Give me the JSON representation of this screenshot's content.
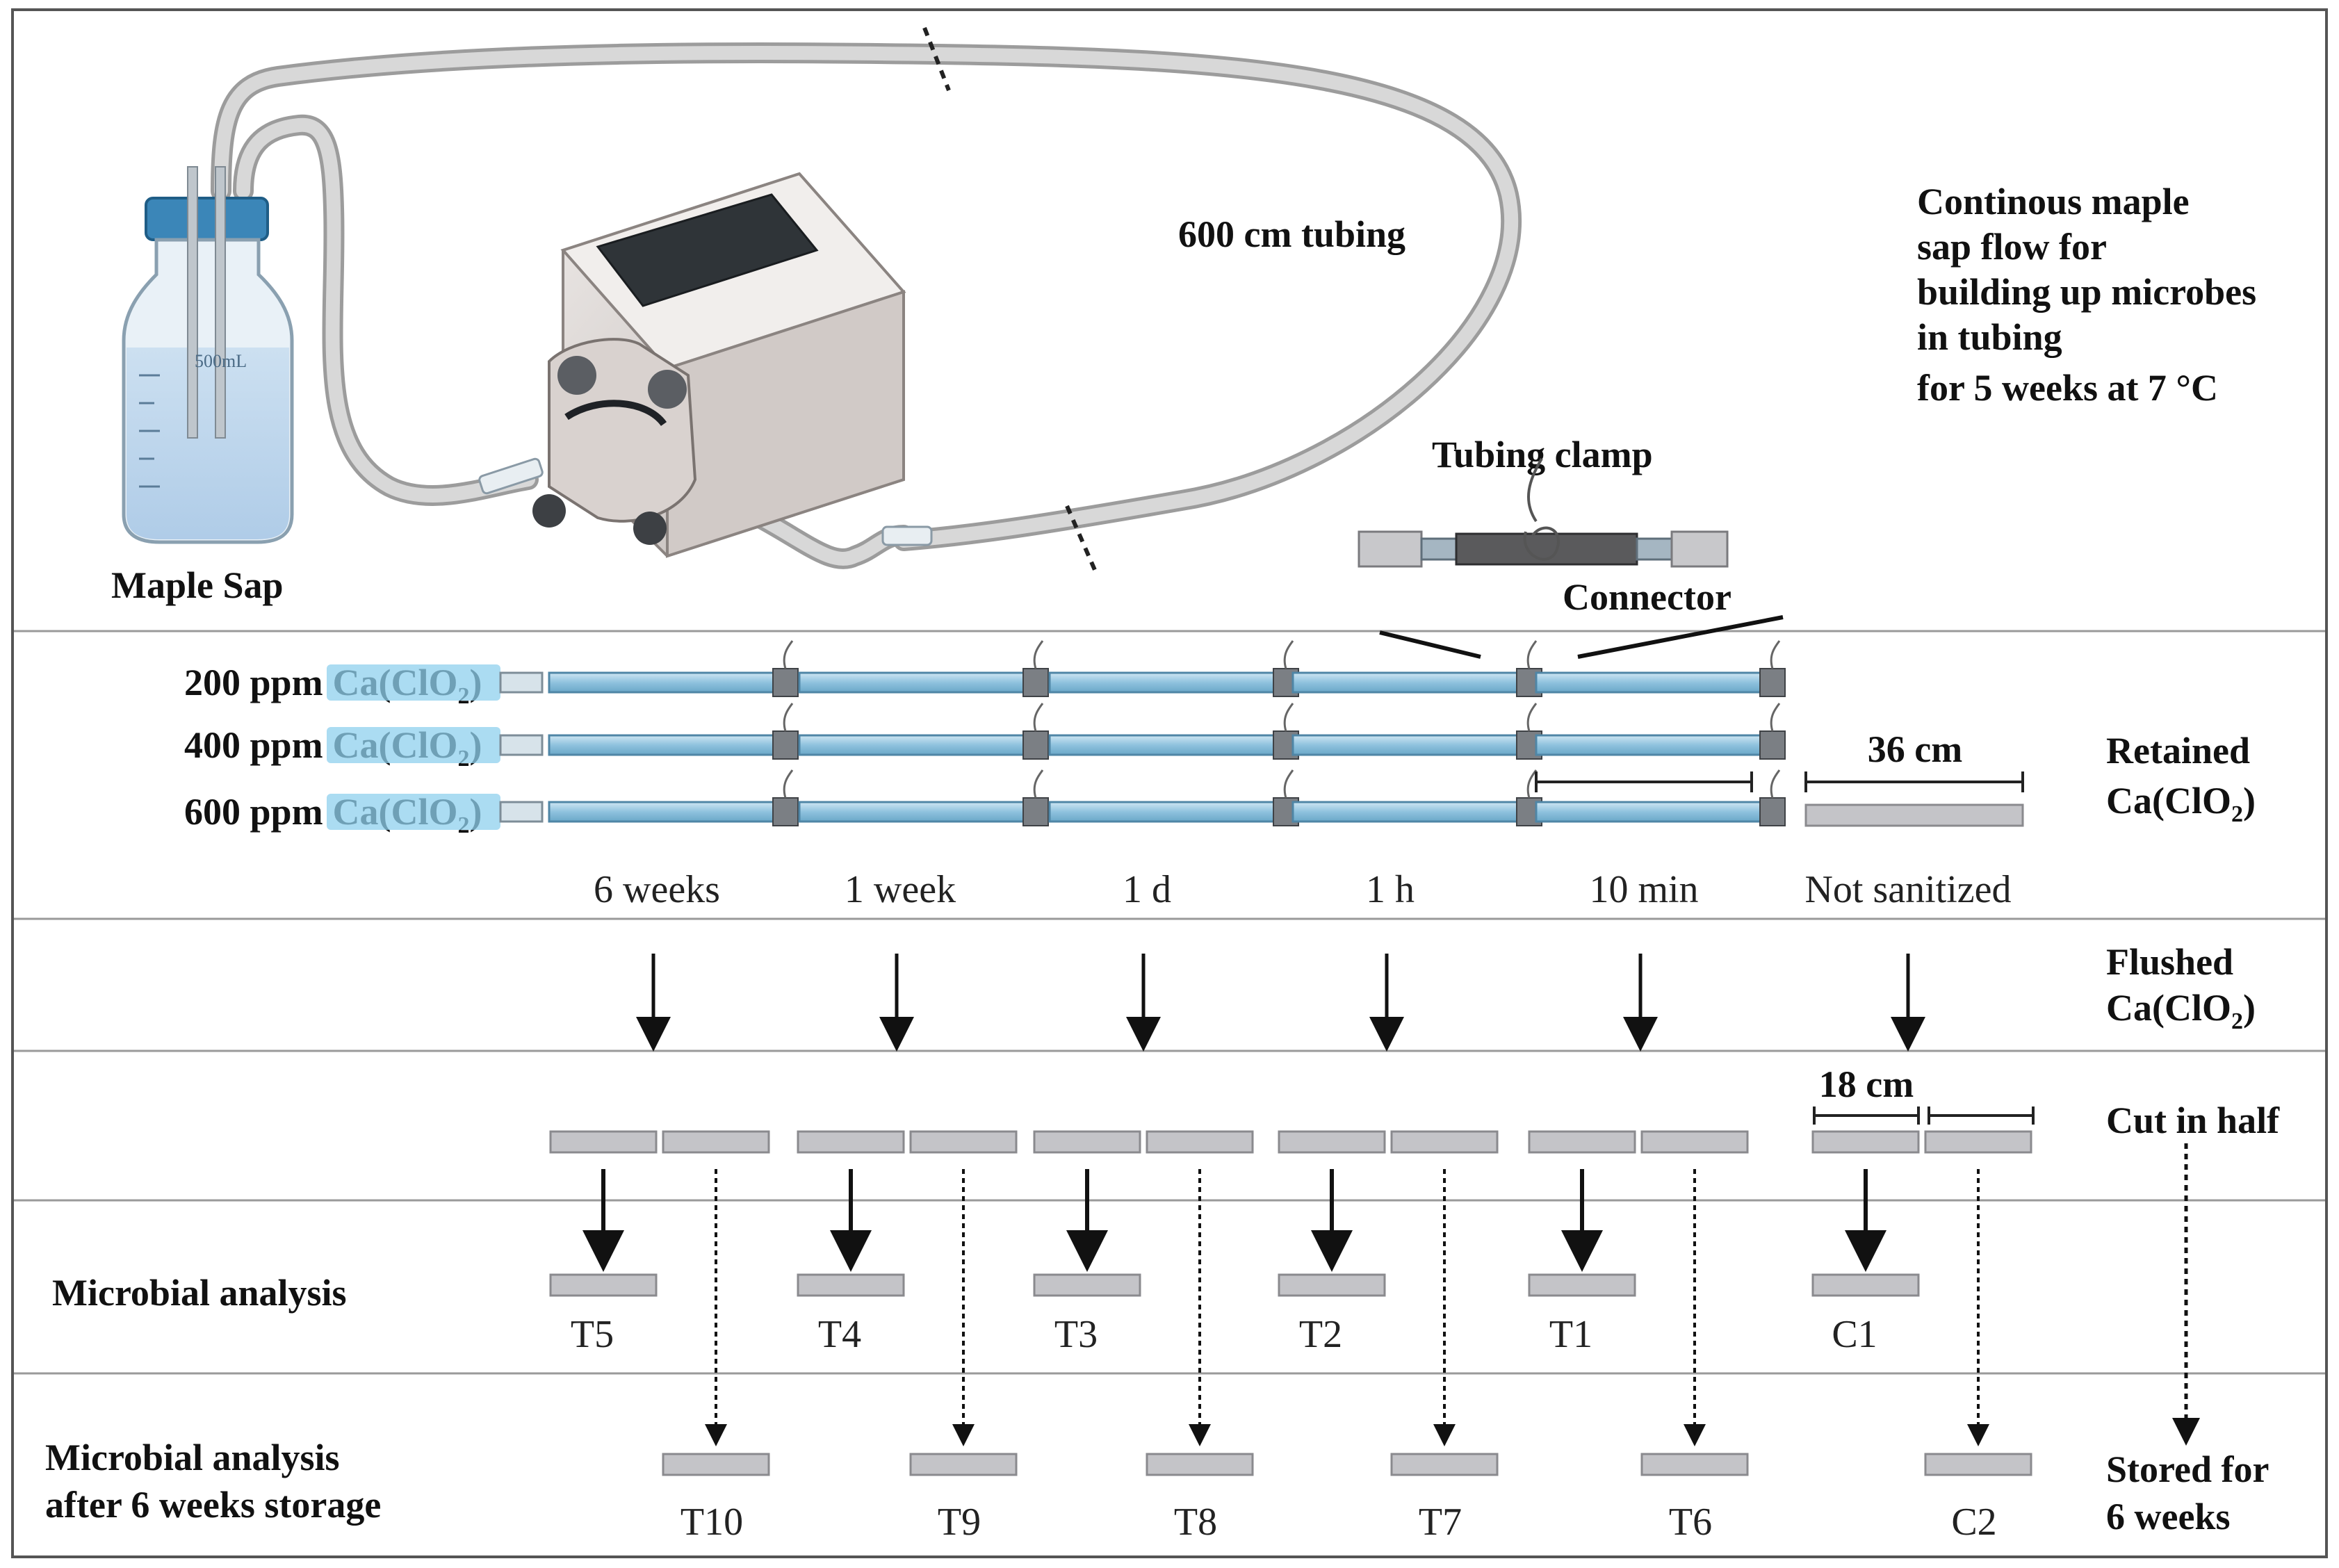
{
  "setup": {
    "bottle_label": "Maple Sap",
    "bottle_volume_text": "500mL",
    "tubing_label": "600 cm tubing",
    "description_lines": [
      "Continous maple",
      "sap flow for",
      "building up microbes",
      "in tubing",
      "for 5 weeks at 7 °C"
    ],
    "clamp_label": "Tubing clamp",
    "connector_label": "Connector"
  },
  "syringes": [
    {
      "ppm": "200 ppm",
      "chem": "Ca(ClO",
      "sub": "2",
      "close": ")"
    },
    {
      "ppm": "400 ppm",
      "chem": "Ca(ClO",
      "sub": "2",
      "close": ")"
    },
    {
      "ppm": "600 ppm",
      "chem": "Ca(ClO",
      "sub": "2",
      "close": ")"
    }
  ],
  "lengths": {
    "segment": "36 cm",
    "half": "18 cm"
  },
  "time_labels": [
    "6 weeks",
    "1 week",
    "1 d",
    "1 h",
    "10 min",
    "Not sanitized"
  ],
  "sections": {
    "retained": {
      "line1": "Retained",
      "line2": "Ca(ClO",
      "sub": "2",
      "close": ")"
    },
    "flushed": {
      "line1": "Flushed",
      "line2": "Ca(ClO",
      "sub": "2",
      "close": ")"
    },
    "cut": "Cut in half",
    "stored": [
      "Stored for",
      "6 weeks"
    ]
  },
  "rows": {
    "microbial": "Microbial analysis",
    "after_storage": [
      "Microbial analysis",
      "after 6 weeks storage"
    ]
  },
  "sample_ids": {
    "analysis": [
      "T5",
      "T4",
      "T3",
      "T2",
      "T1",
      "C1"
    ],
    "storage": [
      "T10",
      "T9",
      "T8",
      "T7",
      "T6",
      "C2"
    ]
  }
}
